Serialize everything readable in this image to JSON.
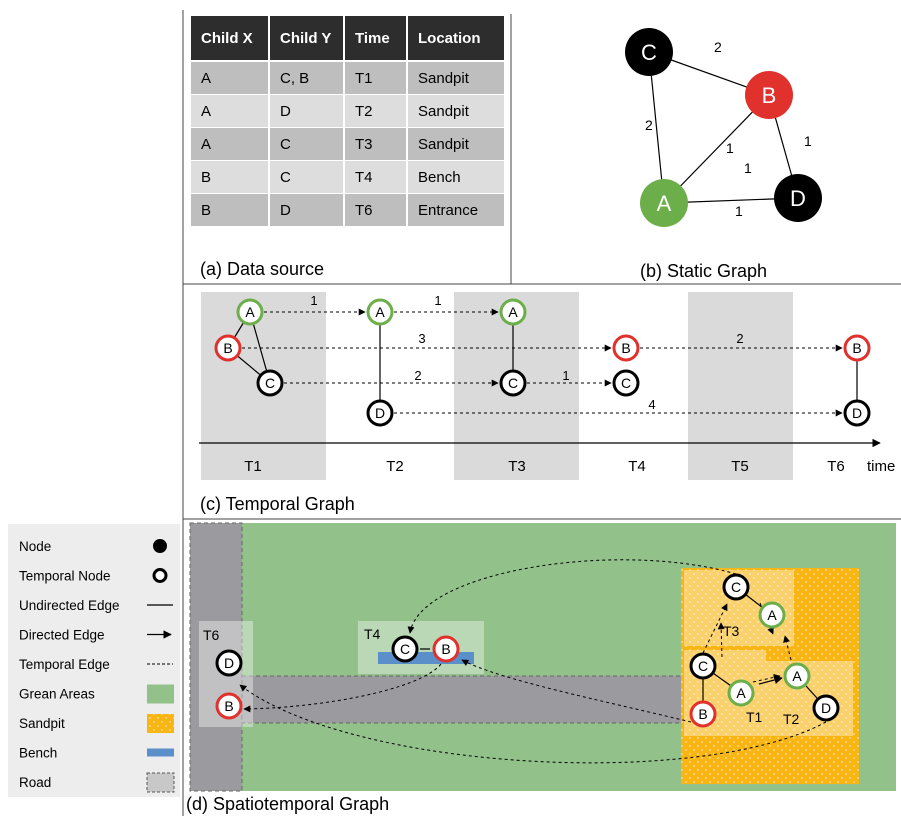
{
  "data_source": {
    "caption": "(a) Data source",
    "headers": [
      "Child X",
      "Child Y",
      "Time",
      "Location"
    ],
    "rows": [
      [
        "A",
        "C, B",
        "T1",
        "Sandpit"
      ],
      [
        "A",
        "D",
        "T2",
        "Sandpit"
      ],
      [
        "A",
        "C",
        "T3",
        "Sandpit"
      ],
      [
        "B",
        "C",
        "T4",
        "Bench"
      ],
      [
        "B",
        "D",
        "T6",
        "Entrance"
      ]
    ]
  },
  "static_graph": {
    "caption": "(b) Static Graph",
    "nodes": [
      "A",
      "B",
      "C",
      "D"
    ],
    "node_colors": {
      "A": "#6cae4a",
      "B": "#e0312d",
      "C": "#000000",
      "D": "#000000"
    },
    "edges": [
      {
        "from": "C",
        "to": "B",
        "weight": "2"
      },
      {
        "from": "C",
        "to": "A",
        "weight": "2"
      },
      {
        "from": "B",
        "to": "A",
        "weight": "1"
      },
      {
        "from": "B",
        "to": "D",
        "weight": "1"
      },
      {
        "from": "A",
        "to": "D",
        "weight": "1"
      }
    ],
    "extra_label": "1"
  },
  "temporal_graph": {
    "caption": "(c) Temporal Graph",
    "time_labels": [
      "T1",
      "T2",
      "T3",
      "T4",
      "T5",
      "T6"
    ],
    "axis_label": "time",
    "edge_labels": [
      "1",
      "1",
      "3",
      "2",
      "1",
      "2",
      "4",
      "2"
    ]
  },
  "spatiotemporal_graph": {
    "caption": "(d) Spatiotemporal Graph",
    "time_labels": [
      "T6",
      "T4",
      "T3",
      "T1",
      "T2"
    ]
  },
  "legend": {
    "items": [
      {
        "label": "Node",
        "symbol": "filled-circle"
      },
      {
        "label": "Temporal Node",
        "symbol": "ring"
      },
      {
        "label": "Undirected Edge",
        "symbol": "solid-line"
      },
      {
        "label": "Directed Edge",
        "symbol": "arrow"
      },
      {
        "label": "Temporal Edge",
        "symbol": "dashed-line"
      },
      {
        "label": "Grean Areas",
        "symbol": "green-swatch"
      },
      {
        "label": "Sandpit",
        "symbol": "sand-swatch"
      },
      {
        "label": "Bench",
        "symbol": "blue-bar"
      },
      {
        "label": "Road",
        "symbol": "road-swatch"
      }
    ]
  },
  "colors": {
    "green_node": "#6cae4a",
    "red_node": "#e0312d",
    "grass": "#92c18a",
    "sand": "#f9b514",
    "road": "#9b9b9f",
    "bench": "#5b8fc9",
    "header_bg": "#2d2d2d",
    "band_gray": "#dadada"
  }
}
